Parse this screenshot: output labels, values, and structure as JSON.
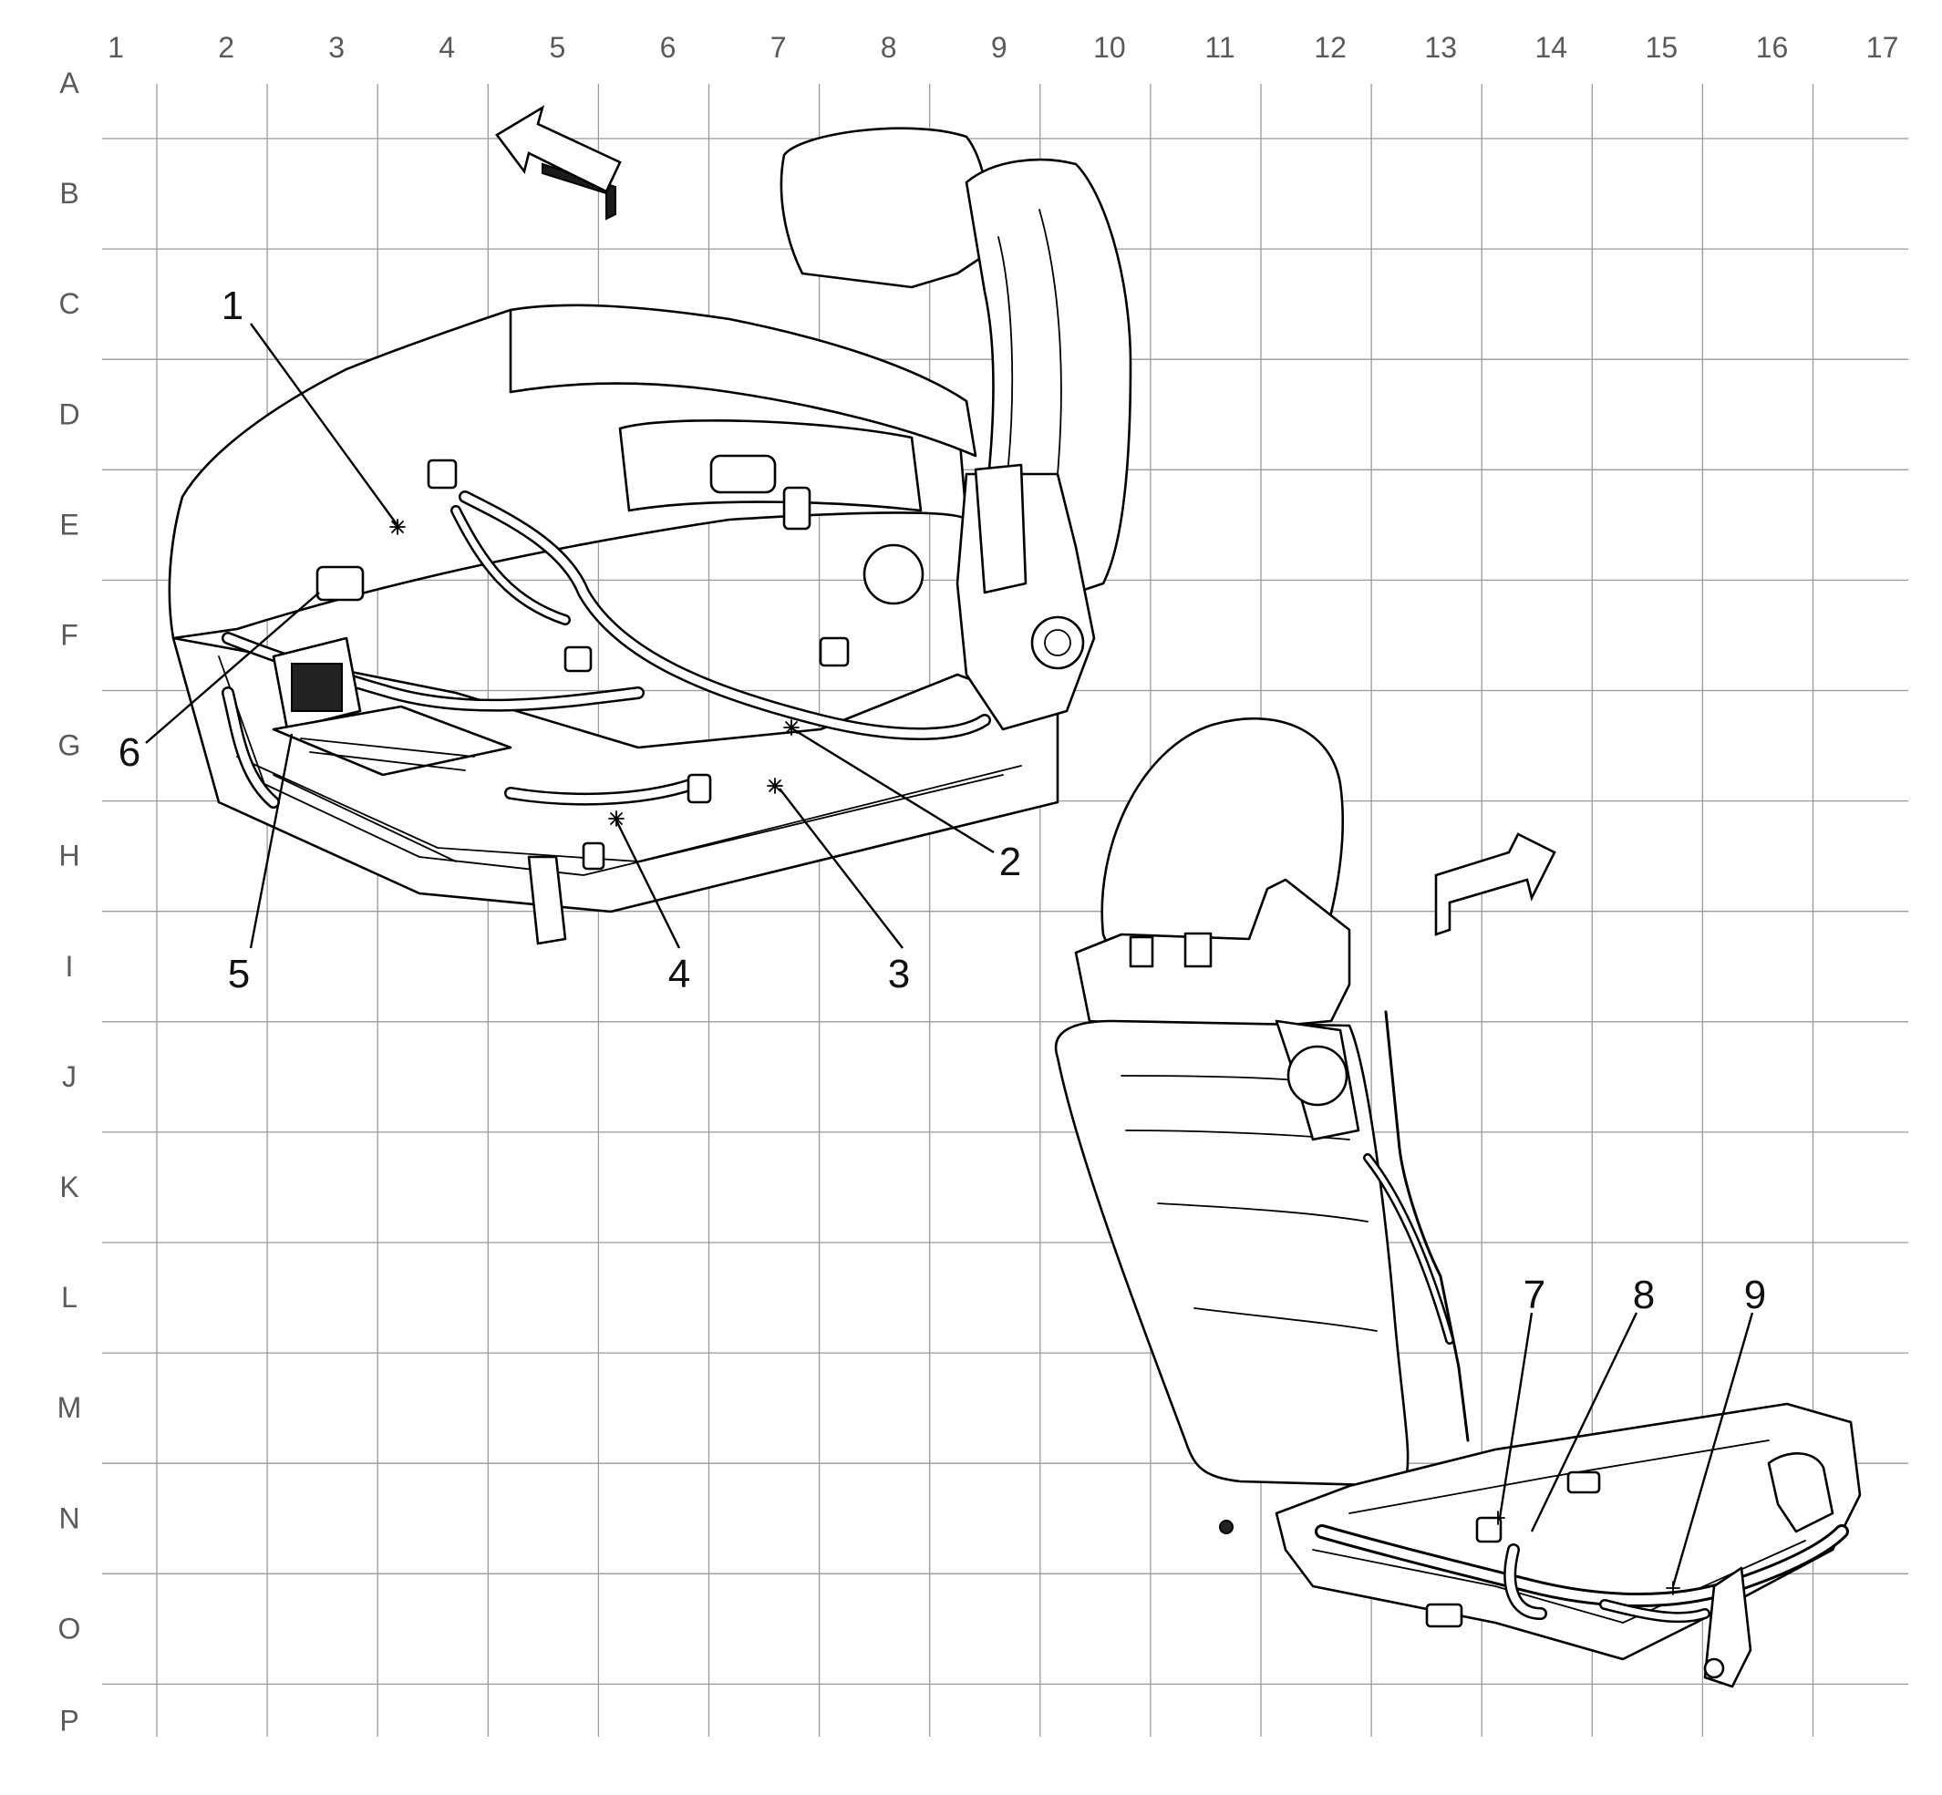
{
  "grid": {
    "columns": [
      "1",
      "2",
      "3",
      "4",
      "5",
      "6",
      "7",
      "8",
      "9",
      "10",
      "11",
      "12",
      "13",
      "14",
      "15",
      "16",
      "17"
    ],
    "rows": [
      "A",
      "B",
      "C",
      "D",
      "E",
      "F",
      "G",
      "H",
      "I",
      "J",
      "K",
      "L",
      "M",
      "N",
      "O",
      "P"
    ]
  },
  "callouts": [
    {
      "id": "1",
      "label": "1"
    },
    {
      "id": "2",
      "label": "2"
    },
    {
      "id": "3",
      "label": "3"
    },
    {
      "id": "4",
      "label": "4"
    },
    {
      "id": "5",
      "label": "5"
    },
    {
      "id": "6",
      "label": "6"
    },
    {
      "id": "7",
      "label": "7"
    },
    {
      "id": "8",
      "label": "8"
    },
    {
      "id": "9",
      "label": "9"
    }
  ],
  "icons": {
    "front_arrow_upper": "direction-arrow-icon",
    "front_arrow_lower": "direction-arrow-icon"
  }
}
